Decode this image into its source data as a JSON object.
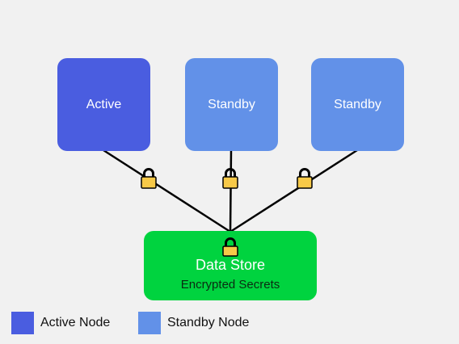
{
  "nodes": {
    "active_label": "Active",
    "standby1_label": "Standby",
    "standby2_label": "Standby"
  },
  "store": {
    "title": "Data Store",
    "subtitle": "Encrypted Secrets"
  },
  "legend": {
    "active_label": "Active Node",
    "standby_label": "Standby Node"
  },
  "colors": {
    "active": "#4a5de0",
    "standby": "#6291e8",
    "store": "#00d33f",
    "lock": "#f7c948",
    "line": "#000000"
  },
  "icons": [
    "lock-icon"
  ]
}
